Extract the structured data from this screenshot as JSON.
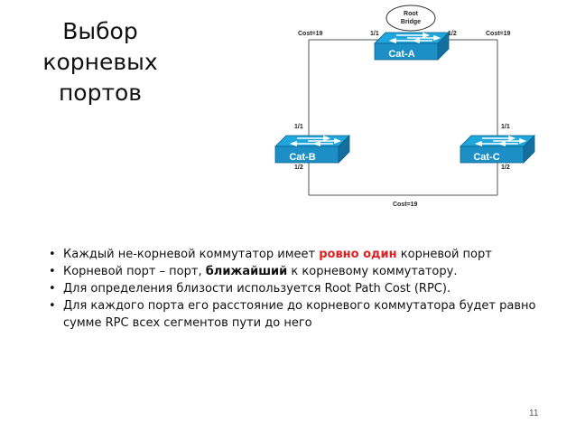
{
  "slide": {
    "title_lines": [
      "Выбор",
      "корневых",
      "портов"
    ],
    "page_number": "11"
  },
  "diagram": {
    "root_bridge_label": [
      "Root",
      "Bridge"
    ],
    "switches": [
      {
        "name": "Cat-A"
      },
      {
        "name": "Cat-B"
      },
      {
        "name": "Cat-C"
      }
    ],
    "costs": {
      "left": "Cost=19",
      "right": "Cost=19",
      "bottom": "Cost=19"
    },
    "ports": {
      "a_left": "1/1",
      "a_right": "1/2",
      "b_top": "1/1",
      "b_bottom": "1/2",
      "c_top": "1/1",
      "c_bottom": "1/2"
    },
    "colors": {
      "switch_front": "#1b8fc6",
      "switch_top": "#1ea6dd",
      "link": "#555555",
      "highlight": "#e02020"
    }
  },
  "bullets": [
    {
      "before": "Каждый не-корневой коммутатор имеет ",
      "highlight": "ровно один",
      "after": " корневой порт"
    },
    {
      "before": "Корневой порт – порт, ",
      "bold": "ближайший",
      "after": " к корневому коммутатору."
    },
    {
      "text": "Для определения близости используется Root Path Cost (RPC)."
    },
    {
      "text": "Для каждого порта его расстояние до корневого коммутатора будет равно сумме RPC всех сегментов пути до него"
    }
  ]
}
